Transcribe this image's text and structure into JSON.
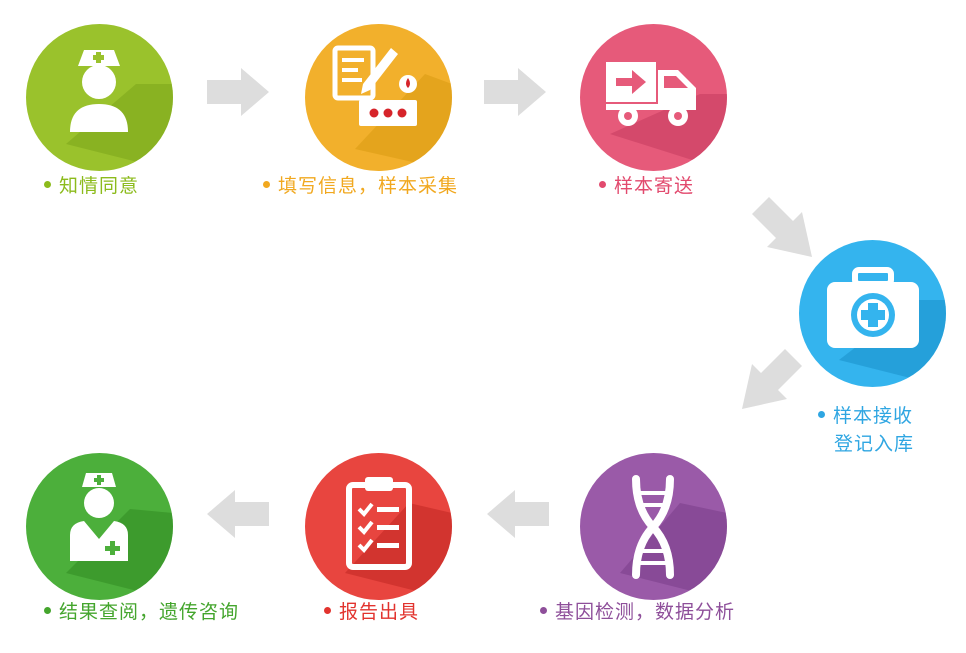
{
  "steps": [
    {
      "label": "知情同意",
      "color": "#8cbb1c",
      "icon": "nurse-icon"
    },
    {
      "label": "填写信息，样本采集",
      "color": "#f1a81f",
      "icon": "form-blood-sample-icon"
    },
    {
      "label": "样本寄送",
      "color": "#e24a6e",
      "icon": "delivery-truck-icon"
    },
    {
      "label_line1": "样本接收",
      "label_line2": "登记入库",
      "color": "#2fa6e2",
      "icon": "medical-kit-icon"
    },
    {
      "label": "基因检测，数据分析",
      "color": "#8e4f9a",
      "icon": "dna-icon"
    },
    {
      "label": "报告出具",
      "color": "#e2332e",
      "icon": "clipboard-checklist-icon"
    },
    {
      "label": "结果查阅，遗传咨询",
      "color": "#44a52d",
      "icon": "doctor-icon"
    }
  ],
  "arrow_color": "#dddddd"
}
